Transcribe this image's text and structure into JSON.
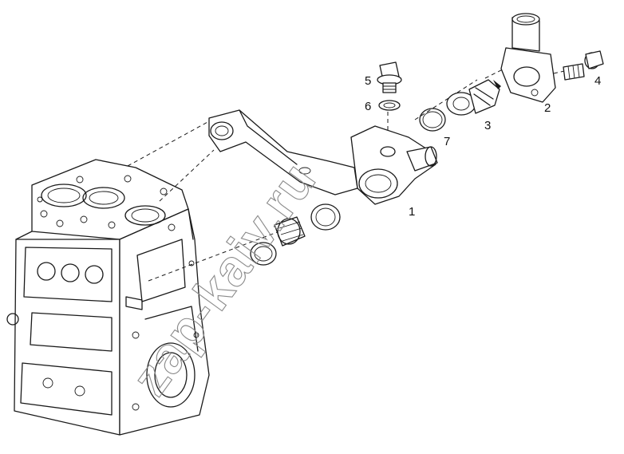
{
  "watermark": {
    "text": "zap-kaiv.ru"
  },
  "callouts": [
    {
      "id": "1",
      "label": "1"
    },
    {
      "id": "2",
      "label": "2"
    },
    {
      "id": "3",
      "label": "3"
    },
    {
      "id": "4",
      "label": "4"
    },
    {
      "id": "5",
      "label": "5"
    },
    {
      "id": "6",
      "label": "6"
    },
    {
      "id": "7",
      "label": "7"
    }
  ]
}
